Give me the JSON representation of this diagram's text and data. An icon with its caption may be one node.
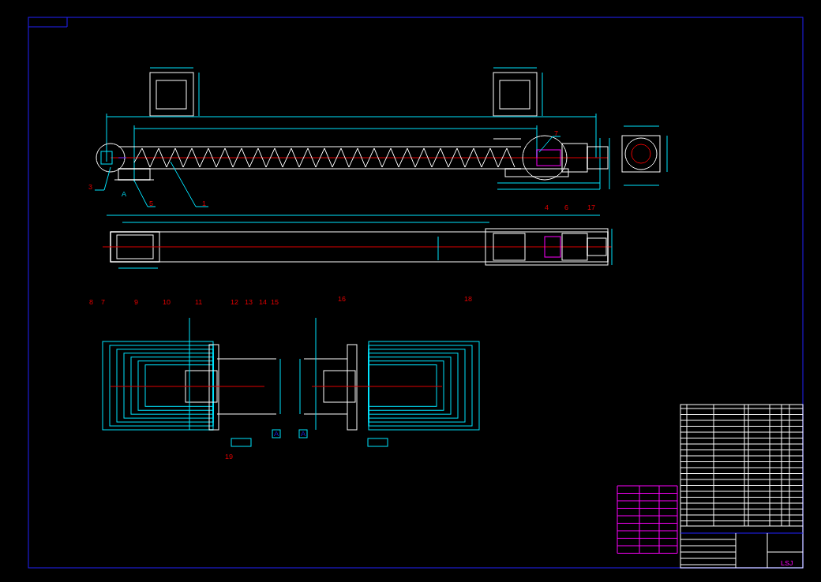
{
  "diagram": {
    "nodes": [
      {
        "text": [
          "3"
        ]
      },
      {
        "text": [
          "5"
        ]
      },
      {
        "text": [
          "1"
        ]
      },
      {
        "text": [
          "7"
        ]
      }
    ],
    "edges": [
      {
        "from": 0,
        "to": null,
        "arrow": "none"
      },
      {
        "from": 1,
        "to": null,
        "arrow": "none"
      },
      {
        "from": 2,
        "to": null,
        "arrow": "none"
      },
      {
        "from": 3,
        "to": null,
        "arrow": "none"
      }
    ],
    "labels": [
      "A",
      "4",
      "6",
      "17",
      "8",
      "7",
      "9",
      "10",
      "11",
      "12",
      "13",
      "14",
      "15",
      "16",
      "18",
      "A",
      "A",
      "19",
      "LSJ"
    ]
  }
}
